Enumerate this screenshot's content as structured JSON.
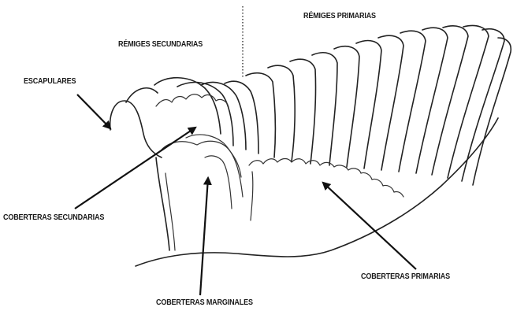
{
  "labels": {
    "primarias": "RÉMIGES PRIMARIAS",
    "secundarias": "RÉMIGES SECUNDARIAS",
    "escapulares": "ESCAPULARES",
    "cob_secundarias": "COBERTERAS SECUNDARIAS",
    "cob_primarias": "COBERTERAS PRIMARIAS",
    "cob_marginales": "COBERTERAS MARGINALES"
  },
  "colors": {
    "ink": "#222222",
    "background": "#ffffff"
  }
}
